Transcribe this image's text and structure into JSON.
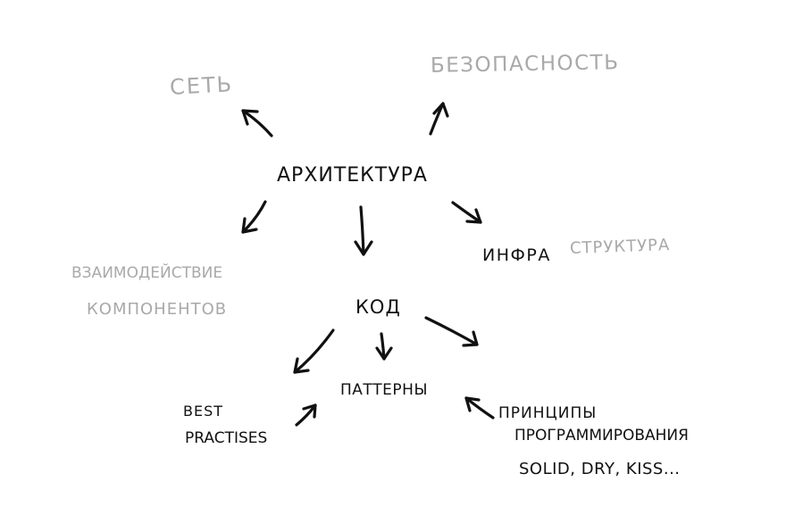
{
  "nodes": {
    "network": "сеть",
    "security": "безопасность",
    "architecture": "архитектура",
    "infra_dark": "инфра",
    "infra_gray": "структура",
    "interaction_line1": "взаимодействие",
    "interaction_line2": "компонентов",
    "code": "код",
    "patterns": "паттерны",
    "best_practices_line1": "best",
    "best_practices_line2": "practises",
    "principles_line1": "принципы",
    "principles_line2": "программирования",
    "principles_line3": "solid, dry, kiss..."
  },
  "colors": {
    "ink": "#111111",
    "faded": "#a9a9a9"
  }
}
